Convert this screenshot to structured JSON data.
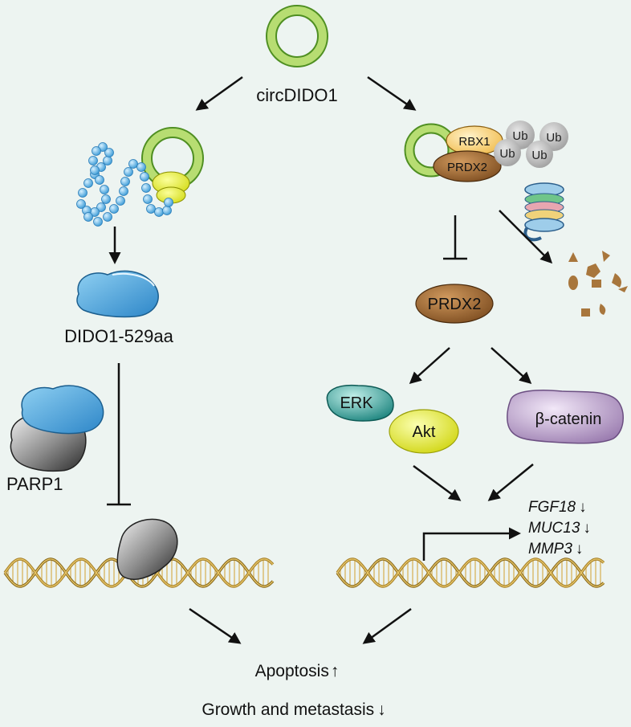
{
  "labels": {
    "circrna": "circDIDO1",
    "peptide": "DIDO1-529aa",
    "parp1": "PARP1",
    "rbx1": "RBX1",
    "prdx2_complex": "PRDX2",
    "ub": "Ub",
    "prdx2": "PRDX2",
    "erk": "ERK",
    "akt": "Akt",
    "bcatenin": "β-catenin",
    "apoptosis": "Apoptosis",
    "growth": "Growth and metastasis"
  },
  "genes": [
    {
      "name": "FGF18",
      "arrow": "↓"
    },
    {
      "name": "MUC13",
      "arrow": "↓"
    },
    {
      "name": "MMP3",
      "arrow": "↓"
    }
  ],
  "outcome_arrows": {
    "apoptosis": "↑",
    "growth": "↓"
  },
  "colors": {
    "background": "#edf4f1",
    "circrna_ring": "#9ccb4e",
    "beads": "#5eb4e4",
    "peptide": "#3f9fdc",
    "parp1": "#555555",
    "rbx1": "#f6d17a",
    "prdx2": "#9b6330",
    "ubiquitin": "#b5b5b5",
    "erk": "#2e9c94",
    "akt": "#e4e820",
    "bcatenin": "#a88db9",
    "dna": "#c6a24a",
    "fragments": "#a8763c"
  }
}
